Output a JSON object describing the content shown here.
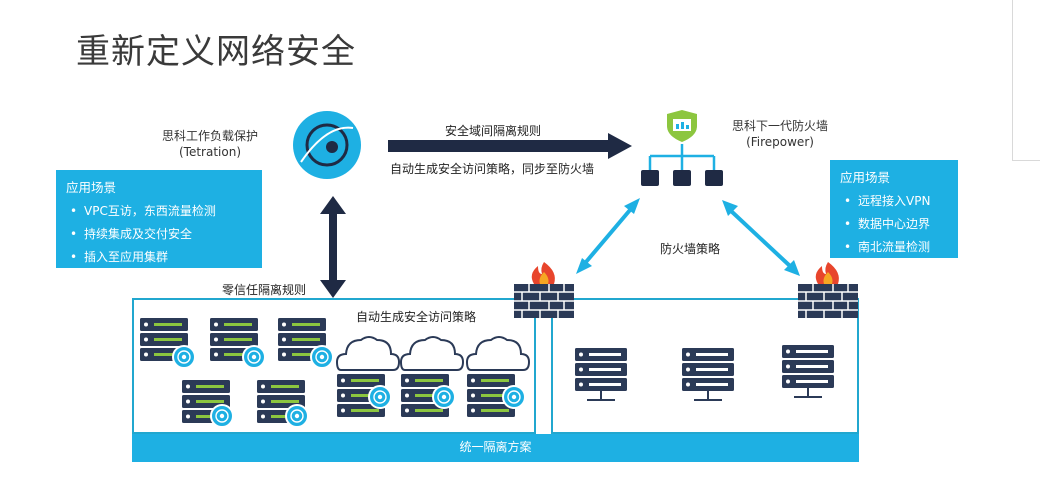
{
  "title": "重新定义网络安全",
  "tetration": {
    "name": "思科工作负载保护",
    "sub": "(Tetration)"
  },
  "firepower": {
    "name": "思科下一代防火墙",
    "sub": "(Firepower)"
  },
  "arrows": {
    "top_label": "安全域间隔离规则",
    "bottom_label": "自动生成安全访问策略，同步至防火墙",
    "vertical_label": "零信任隔离规则",
    "firewall_policy": "防火墙策略"
  },
  "left_scenarios": {
    "title": "应用场景",
    "items": [
      "VPC互访，东西流量检测",
      "持续集成及交付安全",
      "插入至应用集群"
    ]
  },
  "right_scenarios": {
    "title": "应用场景",
    "items": [
      "远程接入VPN",
      "数据中心边界",
      "南北流量检测"
    ]
  },
  "left_zone_label": "自动生成安全访问策略",
  "bottom_bar": "统一隔离方案",
  "colors": {
    "accent": "#1eb0e3",
    "dark": "#1f2a44",
    "server": "#2b3a57",
    "green": "#8cc63f",
    "fire": "#e8452c",
    "brick": "#2b3a57"
  }
}
